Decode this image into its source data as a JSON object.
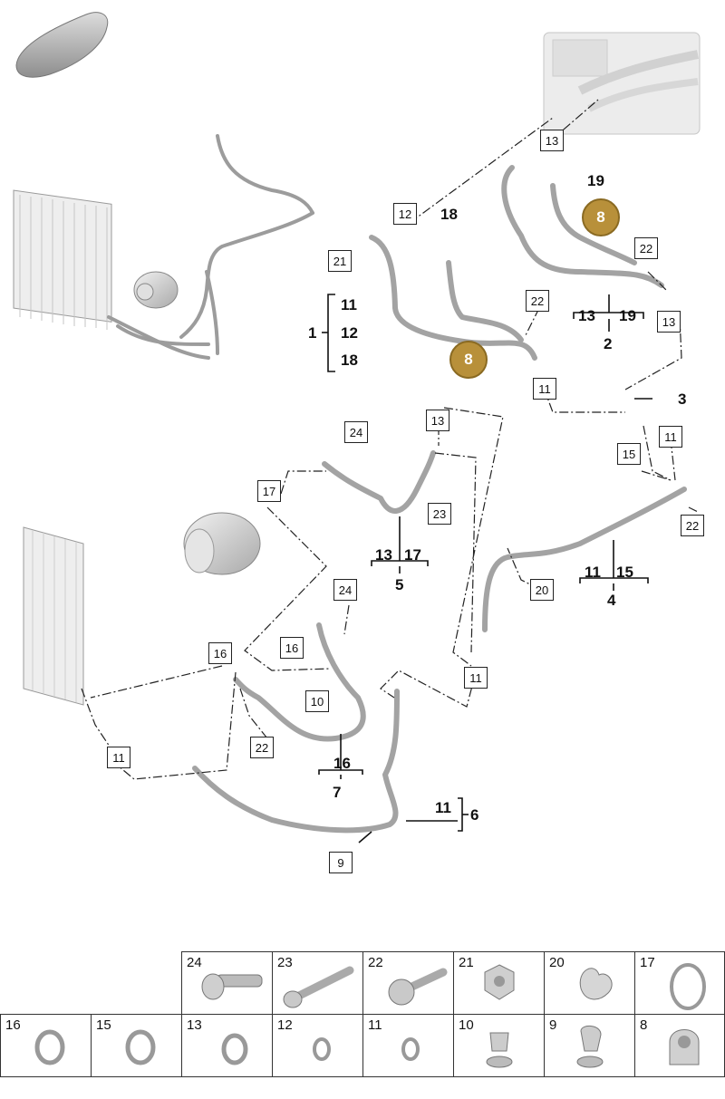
{
  "callouts_boxed": [
    {
      "id": "c13a",
      "label": "13"
    },
    {
      "id": "c12a",
      "label": "12"
    },
    {
      "id": "c21",
      "label": "21"
    },
    {
      "id": "c22a",
      "label": "22"
    },
    {
      "id": "c22b",
      "label": "22"
    },
    {
      "id": "c13b",
      "label": "13"
    },
    {
      "id": "c11a",
      "label": "11"
    },
    {
      "id": "c11b",
      "label": "11"
    },
    {
      "id": "c15",
      "label": "15"
    },
    {
      "id": "c22c",
      "label": "22"
    },
    {
      "id": "c24a",
      "label": "24"
    },
    {
      "id": "c13c",
      "label": "13"
    },
    {
      "id": "c17",
      "label": "17"
    },
    {
      "id": "c23",
      "label": "23"
    },
    {
      "id": "c20",
      "label": "20"
    },
    {
      "id": "c24b",
      "label": "24"
    },
    {
      "id": "c16a",
      "label": "16"
    },
    {
      "id": "c16b",
      "label": "16"
    },
    {
      "id": "c10",
      "label": "10"
    },
    {
      "id": "c22d",
      "label": "22"
    },
    {
      "id": "c11c",
      "label": "11"
    },
    {
      "id": "c11d",
      "label": "11"
    },
    {
      "id": "c9",
      "label": "9"
    }
  ],
  "callouts_plain": [
    {
      "id": "p18",
      "label": "18"
    },
    {
      "id": "p19",
      "label": "19"
    },
    {
      "id": "p3",
      "label": "3"
    },
    {
      "id": "g1_11",
      "label": "11"
    },
    {
      "id": "g1_12",
      "label": "12"
    },
    {
      "id": "g1_18",
      "label": "18"
    },
    {
      "id": "g1_1",
      "label": "1"
    },
    {
      "id": "g2_13",
      "label": "13"
    },
    {
      "id": "g2_19",
      "label": "19"
    },
    {
      "id": "g2_2",
      "label": "2"
    },
    {
      "id": "g4_11",
      "label": "11"
    },
    {
      "id": "g4_15",
      "label": "15"
    },
    {
      "id": "g4_4",
      "label": "4"
    },
    {
      "id": "g5_13",
      "label": "13"
    },
    {
      "id": "g5_17",
      "label": "17"
    },
    {
      "id": "g5_5",
      "label": "5"
    },
    {
      "id": "g7_16",
      "label": "16"
    },
    {
      "id": "g7_7",
      "label": "7"
    },
    {
      "id": "g6_11",
      "label": "11"
    },
    {
      "id": "g6_6",
      "label": "6"
    }
  ],
  "callouts_gold": [
    {
      "id": "gold1",
      "label": "8"
    },
    {
      "id": "gold2",
      "label": "8"
    }
  ],
  "parts_table": {
    "row1": [
      {
        "number": "24",
        "icon": "bolt-flange-icon"
      },
      {
        "number": "23",
        "icon": "bolt-long-icon"
      },
      {
        "number": "22",
        "icon": "bolt-pan-head-icon"
      },
      {
        "number": "21",
        "icon": "flange-nut-icon"
      },
      {
        "number": "20",
        "icon": "pipe-clip-double-icon"
      },
      {
        "number": "17",
        "icon": "o-ring-large-icon"
      }
    ],
    "row2": [
      {
        "number": "16",
        "icon": "o-ring-icon"
      },
      {
        "number": "15",
        "icon": "o-ring-icon"
      },
      {
        "number": "13",
        "icon": "o-ring-icon"
      },
      {
        "number": "12",
        "icon": "o-ring-small-icon"
      },
      {
        "number": "11",
        "icon": "o-ring-small-icon"
      },
      {
        "number": "10",
        "icon": "push-clip-icon"
      },
      {
        "number": "9",
        "icon": "push-clip-icon"
      },
      {
        "number": "8",
        "icon": "pipe-holder-clip-icon"
      }
    ]
  }
}
